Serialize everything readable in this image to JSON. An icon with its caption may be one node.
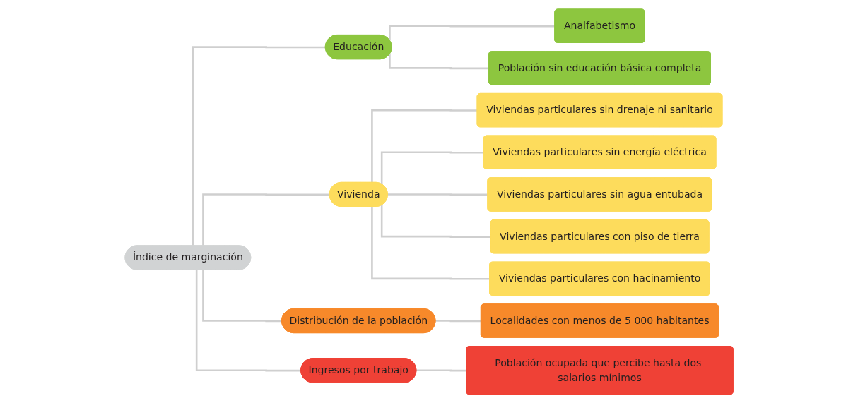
{
  "diagram": {
    "nodes": [
      {
        "text": [
          "Índice de marginación"
        ]
      },
      {
        "text": [
          "Educación"
        ]
      },
      {
        "text": [
          "Analfabetismo"
        ]
      },
      {
        "text": [
          "Población sin educación básica completa"
        ]
      },
      {
        "text": [
          "Vivienda"
        ]
      },
      {
        "text": [
          "Viviendas particulares sin drenaje ni sanitario"
        ]
      },
      {
        "text": [
          "Viviendas particulares sin energía eléctrica"
        ]
      },
      {
        "text": [
          "Viviendas particulares sin agua entubada"
        ]
      },
      {
        "text": [
          "Viviendas particulares con piso de tierra"
        ]
      },
      {
        "text": [
          "Viviendas particulares con hacinamiento"
        ]
      },
      {
        "text": [
          "Distribución de la población"
        ]
      },
      {
        "text": [
          "Localidades con menos de 5 000 habitantes"
        ]
      },
      {
        "text": [
          "Ingresos por trabajo"
        ]
      },
      {
        "text": [
          "Población ocupada que percibe hasta dos salarios mínimos"
        ]
      }
    ],
    "edges": [
      {
        "from": 0,
        "to": 1,
        "arrow": "none"
      },
      {
        "from": 0,
        "to": 4,
        "arrow": "none"
      },
      {
        "from": 0,
        "to": 10,
        "arrow": "none"
      },
      {
        "from": 0,
        "to": 12,
        "arrow": "none"
      },
      {
        "from": 1,
        "to": 2,
        "arrow": "none"
      },
      {
        "from": 1,
        "to": 3,
        "arrow": "none"
      },
      {
        "from": 4,
        "to": 5,
        "arrow": "none"
      },
      {
        "from": 4,
        "to": 6,
        "arrow": "none"
      },
      {
        "from": 4,
        "to": 7,
        "arrow": "none"
      },
      {
        "from": 4,
        "to": 8,
        "arrow": "none"
      },
      {
        "from": 4,
        "to": 9,
        "arrow": "none"
      },
      {
        "from": 10,
        "to": 11,
        "arrow": "none"
      },
      {
        "from": 12,
        "to": 13,
        "arrow": "none"
      }
    ]
  }
}
